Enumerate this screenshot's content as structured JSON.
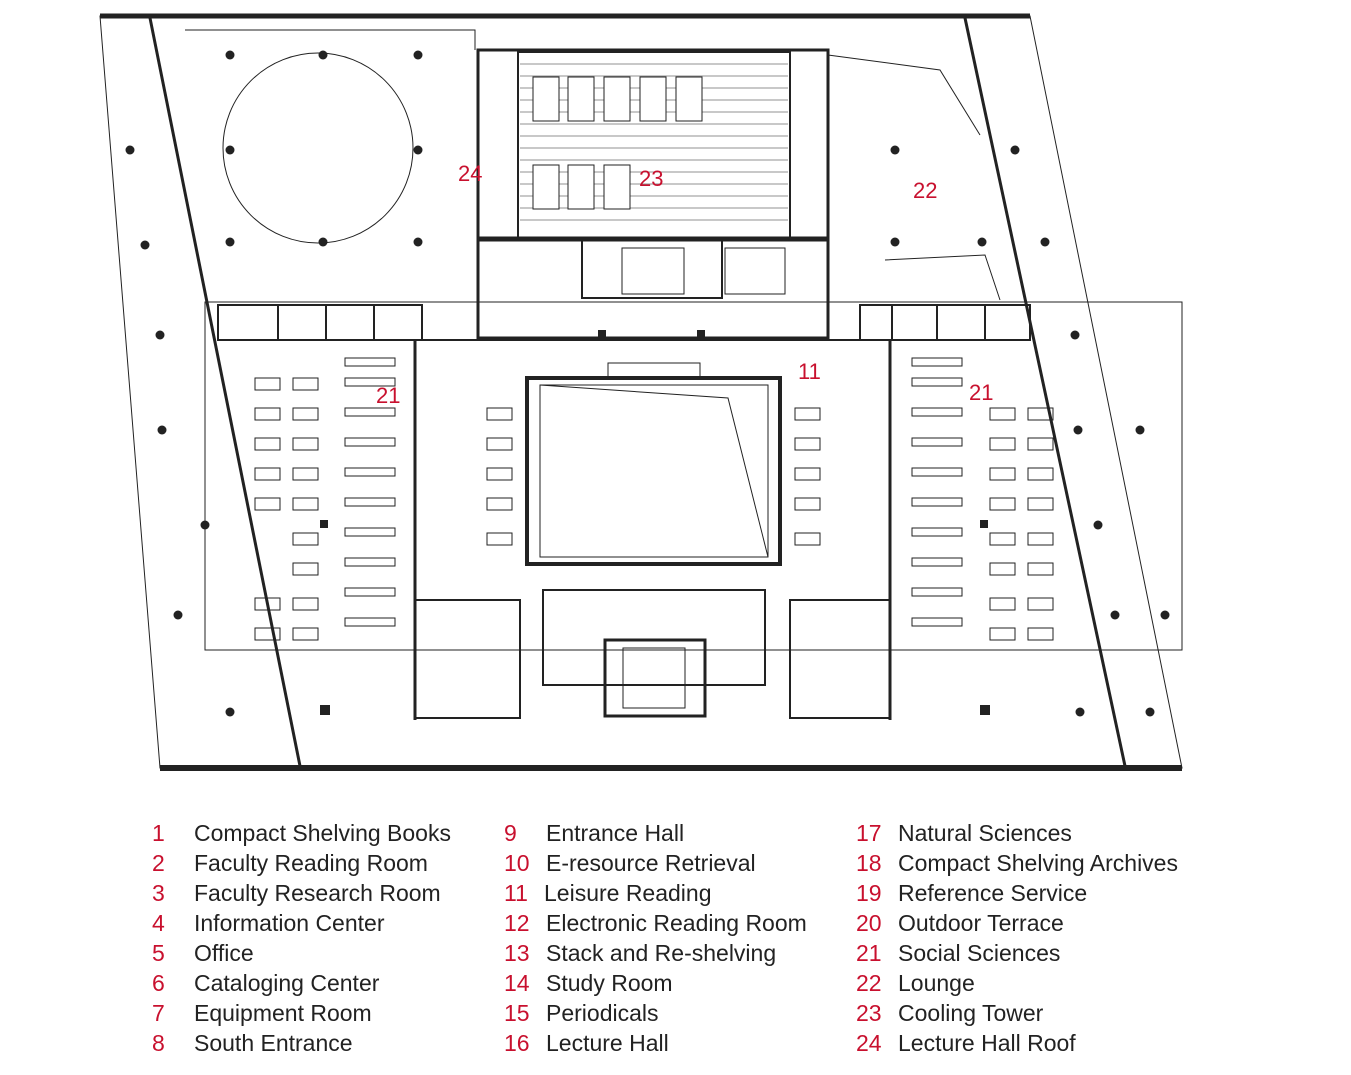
{
  "accent": "#c8102e",
  "plan_tags": {
    "t24": "24",
    "t23": "23",
    "t22": "22",
    "t11": "11",
    "t21_left": "21",
    "t21_right": "21"
  },
  "legend": {
    "col1": [
      {
        "num": "1",
        "label": "Compact Shelving Books"
      },
      {
        "num": "2",
        "label": "Faculty Reading Room"
      },
      {
        "num": "3",
        "label": "Faculty Research Room"
      },
      {
        "num": "4",
        "label": "Information Center"
      },
      {
        "num": "5",
        "label": "Office"
      },
      {
        "num": "6",
        "label": "Cataloging Center"
      },
      {
        "num": "7",
        "label": "Equipment Room"
      },
      {
        "num": "8",
        "label": "South Entrance"
      }
    ],
    "col2": [
      {
        "num": "9",
        "label": "Entrance Hall"
      },
      {
        "num": "10",
        "label": "E-resource Retrieval"
      },
      {
        "num": "11",
        "label": "Leisure Reading"
      },
      {
        "num": "12",
        "label": "Electronic Reading Room"
      },
      {
        "num": "13",
        "label": "Stack and Re-shelving"
      },
      {
        "num": "14",
        "label": "Study Room"
      },
      {
        "num": "15",
        "label": "Periodicals"
      },
      {
        "num": "16",
        "label": "Lecture Hall"
      }
    ],
    "col3": [
      {
        "num": "17",
        "label": "Natural Sciences"
      },
      {
        "num": "18",
        "label": "Compact Shelving Archives"
      },
      {
        "num": "19",
        "label": "Reference Service"
      },
      {
        "num": "20",
        "label": "Outdoor Terrace"
      },
      {
        "num": "21",
        "label": "Social Sciences"
      },
      {
        "num": "22",
        "label": "Lounge"
      },
      {
        "num": "23",
        "label": "Cooling Tower"
      },
      {
        "num": "24",
        "label": "Lecture Hall Roof"
      }
    ]
  }
}
